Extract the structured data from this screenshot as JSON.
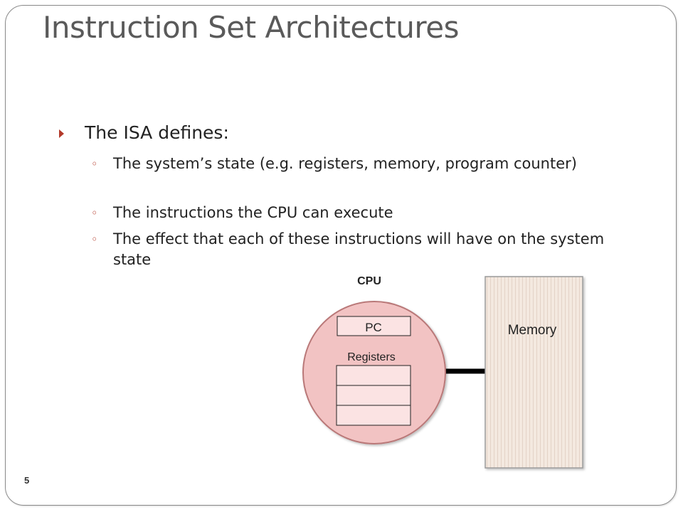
{
  "slide": {
    "title": "Instruction Set Architectures",
    "number": "5"
  },
  "content": {
    "heading": "The ISA defines:",
    "bullets": [
      "The system’s state (e.g. registers, memory, program counter)",
      "The instructions the CPU can execute",
      "The effect that each of these instructions will have on the system state"
    ]
  },
  "diagram": {
    "cpu_label": "CPU",
    "pc_label": "PC",
    "registers_label": "Registers",
    "memory_label": "Memory",
    "colors": {
      "cpu_fill": "#f2c3c3",
      "cpu_stroke": "#b97878",
      "memory_fill": "#f3e6dc",
      "memory_stroke": "#999999",
      "bus": "#000000"
    }
  }
}
